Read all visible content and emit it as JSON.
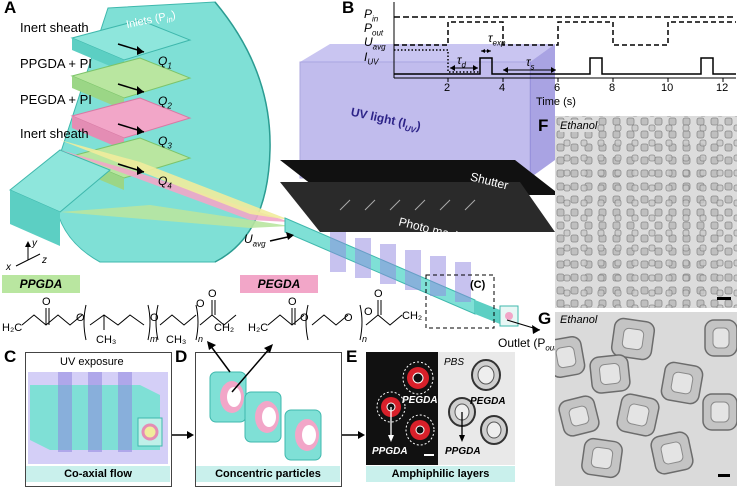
{
  "panels": {
    "A": "A",
    "B": "B",
    "C": "C",
    "D": "D",
    "E": "E",
    "F": "F",
    "G": "G"
  },
  "panel_a": {
    "inlets": "Inlets (P",
    "inlets_sub": "in",
    "inlets_close": ")",
    "streams": [
      "Inert sheath",
      "PPGDA + PI",
      "PEGDA + PI",
      "Inert sheath"
    ],
    "flows": [
      "Q",
      "Q",
      "Q",
      "Q"
    ],
    "flow_subs": [
      "1",
      "2",
      "3",
      "4"
    ],
    "uv_light": "UV light (I",
    "uv_sub": "UV",
    "uv_close": ")",
    "shutter": "Shutter",
    "photo_mask": "Photo mask",
    "uavg": "U",
    "uavg_sub": "avg",
    "axes": {
      "y": "y",
      "x": "x",
      "z": "z"
    },
    "callout": "(C)",
    "outlet": "Outlet (P",
    "outlet_sub": "out",
    "outlet_close": ")"
  },
  "chemistry": {
    "ppgda_tag": "PPGDA",
    "pegda_tag": "PEGDA",
    "h2c": "H₂C",
    "ch2": "CH₂",
    "ch3": "CH₃",
    "o": "O",
    "m": "m",
    "n": "n"
  },
  "panel_b": {
    "legend": [
      {
        "main": "P",
        "sub": "in"
      },
      {
        "main": "P",
        "sub": "out"
      },
      {
        "main": "U",
        "sub": "avg"
      },
      {
        "main": "I",
        "sub": "UV"
      }
    ],
    "tau_d": "τ",
    "tau_d_sub": "d",
    "tau_exp": "τ",
    "tau_exp_sub": "exp",
    "tau_s": "τ",
    "tau_s_sub": "s",
    "ticks": [
      "2",
      "4",
      "6",
      "8",
      "10",
      "12"
    ],
    "xlabel": "Time (s)"
  },
  "panel_c": {
    "top": "UV exposure",
    "caption": "Co-axial flow"
  },
  "panel_d": {
    "caption": "Concentric particles"
  },
  "panel_e": {
    "pegda_left": "PEGDA",
    "ppgda_left": "PPGDA",
    "pbs": "PBS",
    "pegda_right": "PEGDA",
    "ppgda_right": "PPGDA",
    "caption": "Amphiphilic layers"
  },
  "panel_f": {
    "label": "Ethanol"
  },
  "panel_g": {
    "label": "Ethanol"
  },
  "colors": {
    "teal": "#7fe0d6",
    "teal_dark": "#3fb8ad",
    "green": "#b9e6a0",
    "pink": "#f2a6c8",
    "yellow": "#f1ec9c",
    "purple": "#8f86e0",
    "caption_bg": "#c9f0ec"
  }
}
